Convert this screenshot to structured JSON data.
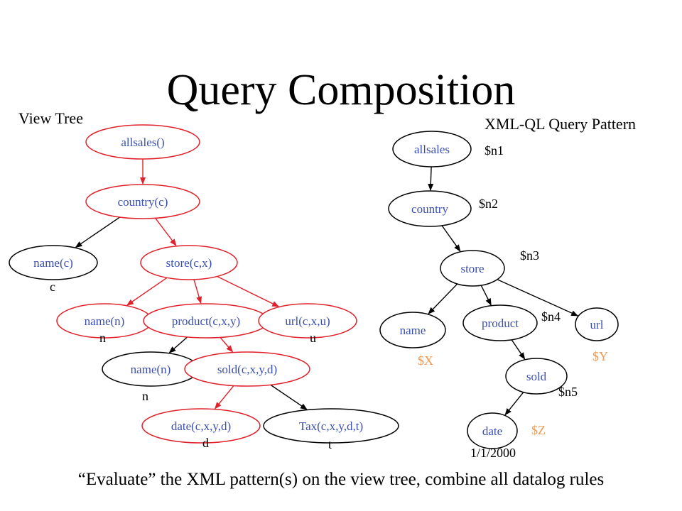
{
  "slide": {
    "title": "Query Composition",
    "left_heading": "View Tree",
    "right_heading": "XML-QL Query Pattern",
    "footer": "“Evaluate” the XML pattern(s) on the view tree, combine all datalog rules"
  },
  "colors": {
    "node_text": "#3b4fb0",
    "red": "#e0202a",
    "black": "#000000",
    "var_orange": "#f09a55"
  },
  "view_tree": {
    "nodes": [
      {
        "id": "allsales",
        "label": "allsales()",
        "border": "red"
      },
      {
        "id": "country",
        "label": "country(c)",
        "border": "red"
      },
      {
        "id": "name_c",
        "label": "name(c)",
        "border": "black"
      },
      {
        "id": "store",
        "label": "store(c,x)",
        "border": "red"
      },
      {
        "id": "name_n1",
        "label": "name(n)",
        "border": "red"
      },
      {
        "id": "product",
        "label": "product(c,x,y)",
        "border": "red"
      },
      {
        "id": "url",
        "label": "url(c,x,u)",
        "border": "red"
      },
      {
        "id": "name_n2",
        "label": "name(n)",
        "border": "black"
      },
      {
        "id": "sold",
        "label": "sold(c,x,y,d)",
        "border": "red"
      },
      {
        "id": "date",
        "label": "date(c,x,y,d)",
        "border": "red"
      },
      {
        "id": "tax",
        "label": "Tax(c,x,y,d,t)",
        "border": "black"
      }
    ],
    "edges": [
      {
        "from": "allsales",
        "to": "country",
        "color": "red"
      },
      {
        "from": "country",
        "to": "name_c",
        "color": "black"
      },
      {
        "from": "country",
        "to": "store",
        "color": "red"
      },
      {
        "from": "store",
        "to": "name_n1",
        "color": "red"
      },
      {
        "from": "store",
        "to": "product",
        "color": "red"
      },
      {
        "from": "store",
        "to": "url",
        "color": "red"
      },
      {
        "from": "product",
        "to": "name_n2",
        "color": "black"
      },
      {
        "from": "product",
        "to": "sold",
        "color": "red"
      },
      {
        "from": "sold",
        "to": "date",
        "color": "red"
      },
      {
        "from": "sold",
        "to": "tax",
        "color": "black"
      }
    ],
    "annotations": [
      {
        "id": "ann_c",
        "text": "c"
      },
      {
        "id": "ann_n1",
        "text": "n"
      },
      {
        "id": "ann_u",
        "text": "u"
      },
      {
        "id": "ann_n2",
        "text": "n"
      },
      {
        "id": "ann_d",
        "text": "d"
      },
      {
        "id": "ann_t",
        "text": "t"
      }
    ]
  },
  "query_pattern": {
    "nodes": [
      {
        "id": "q_allsales",
        "label": "allsales"
      },
      {
        "id": "q_country",
        "label": "country"
      },
      {
        "id": "q_store",
        "label": "store"
      },
      {
        "id": "q_name",
        "label": "name"
      },
      {
        "id": "q_product",
        "label": "product"
      },
      {
        "id": "q_url",
        "label": "url"
      },
      {
        "id": "q_sold",
        "label": "sold"
      },
      {
        "id": "q_date",
        "label": "date"
      }
    ],
    "edges": [
      {
        "from": "q_allsales",
        "to": "q_country"
      },
      {
        "from": "q_country",
        "to": "q_store"
      },
      {
        "from": "q_store",
        "to": "q_name"
      },
      {
        "from": "q_store",
        "to": "q_product"
      },
      {
        "from": "q_store",
        "to": "q_url"
      },
      {
        "from": "q_product",
        "to": "q_sold"
      },
      {
        "from": "q_sold",
        "to": "q_date"
      }
    ],
    "variables": [
      {
        "id": "var_n1",
        "text": "$n1",
        "color": "black"
      },
      {
        "id": "var_n2",
        "text": "$n2",
        "color": "black"
      },
      {
        "id": "var_n3",
        "text": "$n3",
        "color": "black"
      },
      {
        "id": "var_n4",
        "text": "$n4",
        "color": "black"
      },
      {
        "id": "var_n5",
        "text": "$n5",
        "color": "black"
      },
      {
        "id": "var_X",
        "text": "$X",
        "color": "orange"
      },
      {
        "id": "var_Y",
        "text": "$Y",
        "color": "orange"
      },
      {
        "id": "var_Z",
        "text": "$Z",
        "color": "orange"
      },
      {
        "id": "const_date",
        "text": "1/1/2000",
        "color": "black"
      }
    ]
  }
}
